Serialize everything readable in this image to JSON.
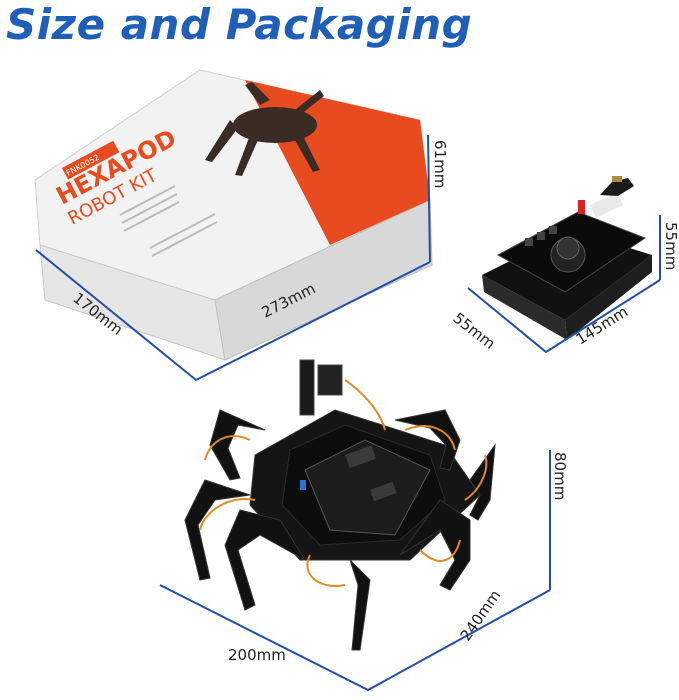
{
  "title": "Size and Packaging",
  "box": {
    "brand_line1": "HEXAPOD",
    "brand_line2": "ROBOT KIT",
    "badge": "FNK0052",
    "dim_height": "61mm",
    "dim_length": "273mm",
    "dim_width": "170mm"
  },
  "controller": {
    "dim_height": "55mm",
    "dim_depth": "55mm",
    "dim_length": "145mm"
  },
  "robot": {
    "dim_height": "80mm",
    "dim_width": "200mm",
    "dim_depth": "240mm"
  },
  "colors": {
    "title": "#1f5fb8",
    "dimension_line": "#1f4fa8",
    "box_accent": "#e84b1f"
  }
}
